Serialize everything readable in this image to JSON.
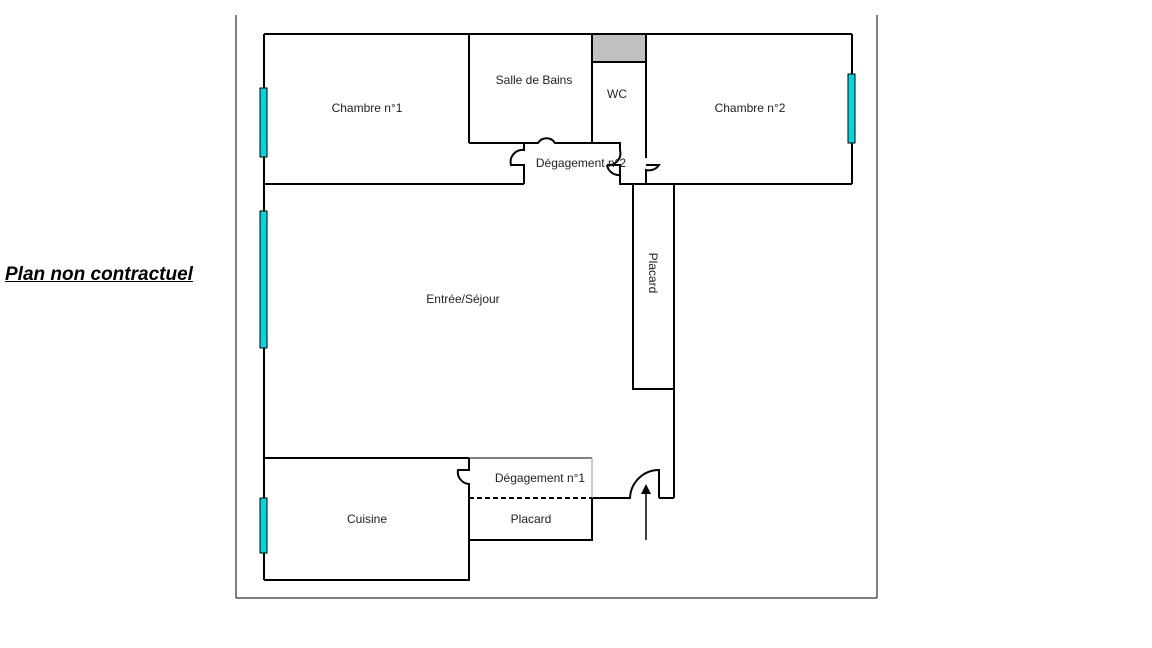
{
  "disclaimer": "Plan non contractuel",
  "rooms": {
    "chambre1": "Chambre n°1",
    "salle_de_bains": "Salle de Bains",
    "wc": "WC",
    "chambre2": "Chambre n°2",
    "degagement2": "Dégagement n°2",
    "placard_vertical": "Placard",
    "sejour": "Entrée/Séjour",
    "cuisine": "Cuisine",
    "degagement1": "Dégagement n°1",
    "placard_bas": "Placard"
  },
  "colors": {
    "window": "#00d8e0",
    "wc_duct": "#c0c0c0"
  }
}
